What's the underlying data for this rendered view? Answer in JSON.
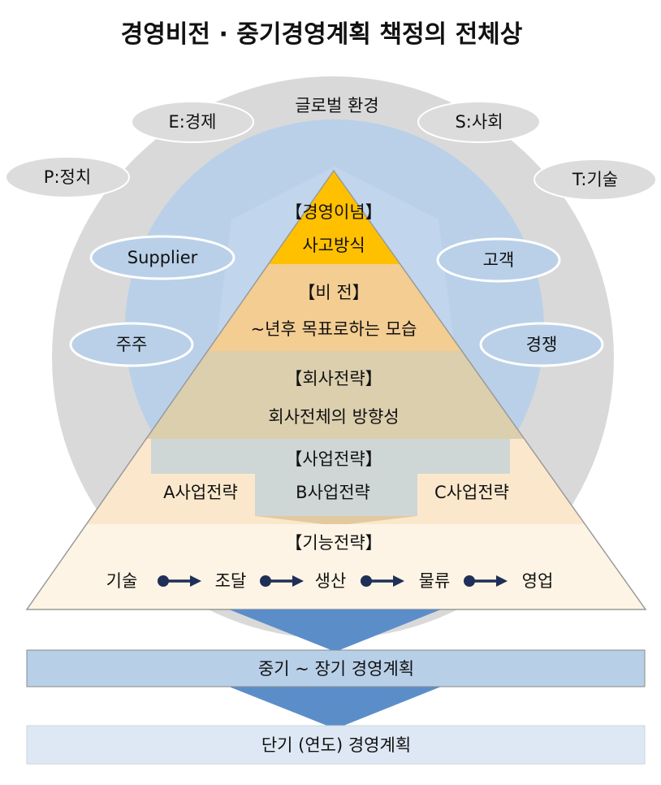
{
  "title": "경영비전 · 중기경영계획 책정의 전체상",
  "environment": {
    "global": "글로벌 환경",
    "pest": [
      "P:정치",
      "E:경제",
      "S:사회",
      "T:기술"
    ]
  },
  "stakeholders": {
    "left": [
      "Supplier",
      "주주"
    ],
    "right": [
      "고객",
      "경쟁"
    ]
  },
  "pyramid": {
    "philosophy": {
      "heading": "【경영이념】",
      "body": "사고방식"
    },
    "vision": {
      "heading": "【비 전】",
      "body": "~년후 목표로하는 모습"
    },
    "corporate": {
      "heading": "【회사전략】",
      "body": "회사전체의 방향성"
    },
    "business": {
      "heading": "【사업전략】",
      "units": [
        "A사업전략",
        "B사업전략",
        "C사업전략"
      ]
    },
    "functional": {
      "heading": "【기능전략】",
      "chain": [
        "기술",
        "조달",
        "생산",
        "물류",
        "영업"
      ]
    }
  },
  "plans": {
    "mid": "중기 ~ 장기 경영계획",
    "short": "단기 (연도) 경영계획"
  },
  "colors": {
    "outer_circle": "#d9d9d9",
    "inner_circle": "#b9d0e8",
    "ellipse_grey": "#dcdcdc",
    "ellipse_blue": "#b9d0e8",
    "philosophy": "#ffc000",
    "vision": "#f3cd92",
    "corporate": "#dccfae",
    "business_center": "#cfd6d6",
    "business_side": "#fbe8cc",
    "functional": "#fdf4e5",
    "mid_plan": "#b8cfe8",
    "short_plan": "#dde8f4",
    "funnel": "#5b8ec9",
    "arrow": "#1f2f57"
  }
}
